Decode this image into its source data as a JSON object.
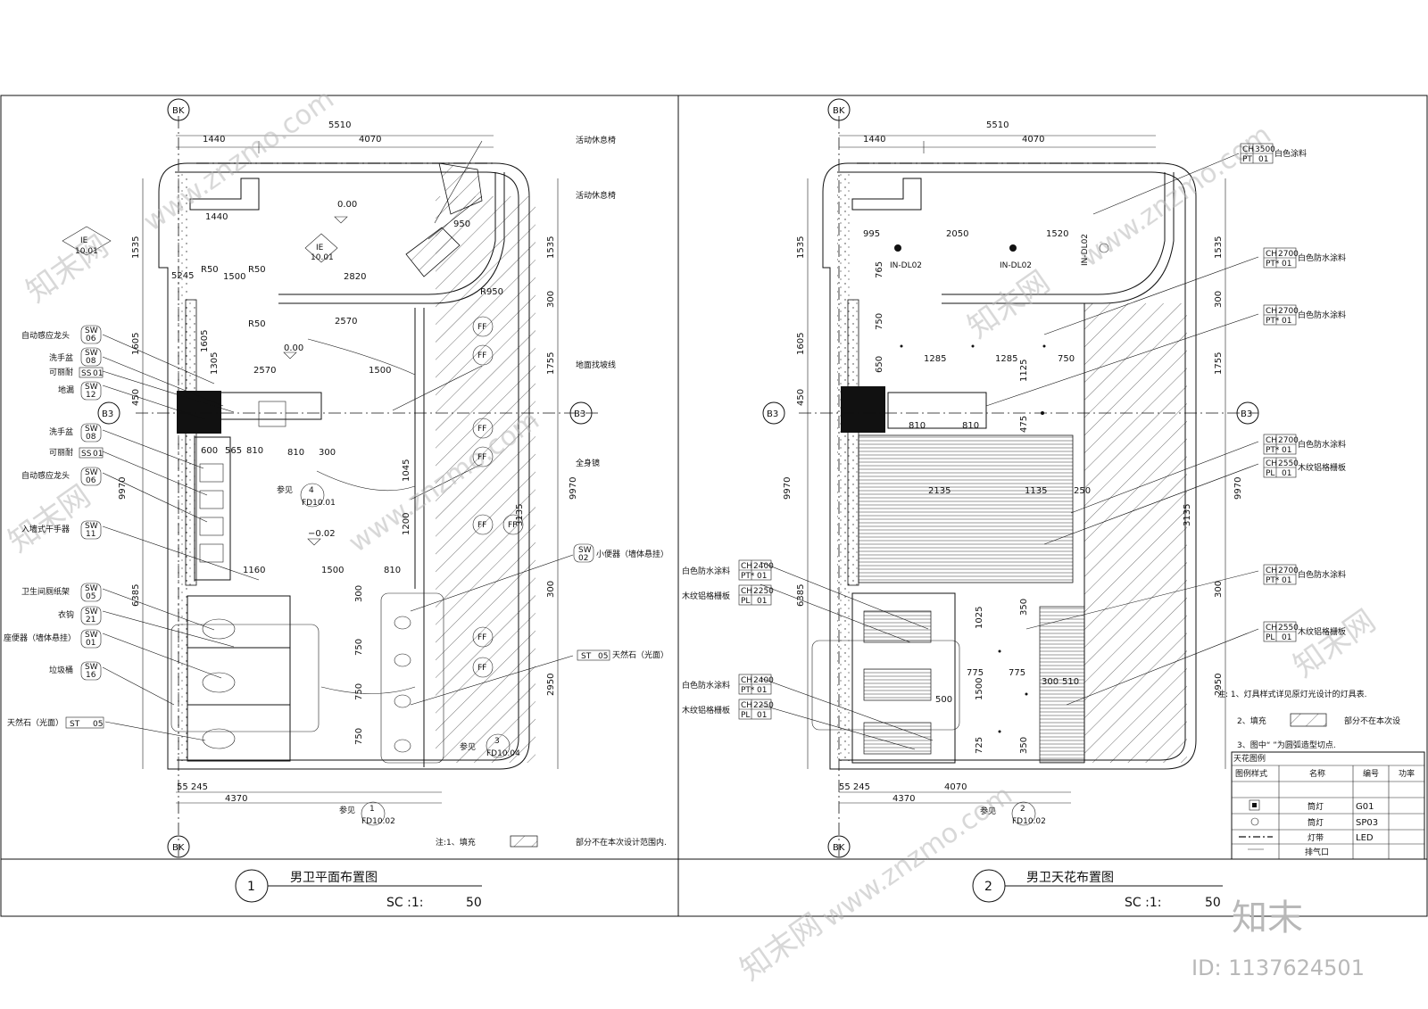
{
  "left_plan": {
    "title": "男卫平面布置图",
    "number": "1",
    "scale_label": "SC :1:",
    "scale_value": "50",
    "grid": {
      "bk": "BK",
      "b3": "B3"
    },
    "dims_top": {
      "total": "5510",
      "a": "1440",
      "b": "4070"
    },
    "dims_bottom": {
      "a": "55 245",
      "b": "4370"
    },
    "dims_left": {
      "a": "1535",
      "b": "1605",
      "c": "450",
      "d": "9970",
      "e": "6385"
    },
    "dims_right": {
      "a": "1535",
      "b": "300",
      "c": "1755",
      "d": "3135",
      "e": "9970",
      "f": "300",
      "g": "2950"
    },
    "levels": {
      "upper": "0.00",
      "mid": "0.00",
      "low": "−0.02"
    },
    "inner_dims": [
      "1440",
      "950",
      "2820",
      "2570",
      "2570",
      "1500",
      "1500",
      "810",
      "300",
      "1045",
      "1200",
      "1500",
      "810",
      "750",
      "750",
      "750",
      "300",
      "1160",
      "600",
      "565",
      "810",
      "R50",
      "R50",
      "R50",
      "R950",
      "1305",
      "1605",
      "5245"
    ],
    "tags": [
      {
        "label": "自动感应龙头",
        "code": "SW",
        "num": "06"
      },
      {
        "label": "洗手盆",
        "code": "SW",
        "num": "08"
      },
      {
        "label": "可丽耐",
        "code": "SS",
        "num": "01"
      },
      {
        "label": "地漏",
        "code": "SW",
        "num": "12"
      },
      {
        "label": "洗手盆",
        "code": "SW",
        "num": "08"
      },
      {
        "label": "可丽耐",
        "code": "SS",
        "num": "01"
      },
      {
        "label": "自动感应龙头",
        "code": "SW",
        "num": "06"
      },
      {
        "label": "入墙式干手器",
        "code": "SW",
        "num": "11"
      },
      {
        "label": "卫生间厕纸架",
        "code": "SW",
        "num": "05"
      },
      {
        "label": "衣钩",
        "code": "SW",
        "num": "21"
      },
      {
        "label": "座便器（墙体悬挂）",
        "code": "SW",
        "num": "01"
      },
      {
        "label": "垃圾桶",
        "code": "SW",
        "num": "16"
      },
      {
        "label": "天然石（光面）",
        "code": "ST",
        "num": "05"
      }
    ],
    "right_labels": [
      "活动休息椅",
      "活动休息椅",
      "地面找坡线",
      "全身镜",
      "小便器（墙体悬挂）",
      "天然石（光面）"
    ],
    "right_tag_1": {
      "code": "SW",
      "num": "02"
    },
    "right_tag_2": {
      "code": "ST",
      "num": "05"
    },
    "ff": "FF",
    "ref_callouts": [
      {
        "text": "参见",
        "num": "4",
        "sheet": "FD10.01"
      },
      {
        "text": "参见",
        "num": "3",
        "sheet": "FD10.04"
      },
      {
        "text": "参见",
        "num": "1",
        "sheet": "FD10.02"
      },
      {
        "text": "",
        "num": "IE",
        "sheet": "10.01"
      },
      {
        "text": "",
        "num": "IE",
        "sheet": "10.01"
      }
    ],
    "note": "注:1、填充",
    "note_tail": "部分不在本次设计范围内."
  },
  "right_plan": {
    "title": "男卫天花布置图",
    "number": "2",
    "scale_label": "SC :1:",
    "scale_value": "50",
    "grid": {
      "bk": "BK",
      "b3": "B3"
    },
    "dims_top": {
      "total": "5510",
      "a": "1440",
      "b": "4070"
    },
    "dims_bottom": {
      "a": "55 245",
      "b": "4370",
      "c": "4070"
    },
    "dims_left": {
      "a": "1535",
      "b": "1605",
      "c": "450",
      "d": "9970",
      "e": "6385"
    },
    "dims_right": {
      "a": "1535",
      "b": "300",
      "c": "1755",
      "d": "3135",
      "e": "9970",
      "f": "300",
      "g": "2950"
    },
    "inner_dims": [
      "995",
      "2050",
      "1520",
      "1285",
      "1285",
      "750",
      "765",
      "750",
      "650",
      "1125",
      "810",
      "810",
      "475",
      "2135",
      "1135",
      "250",
      "1025",
      "775",
      "775",
      "500",
      "1500",
      "725",
      "350",
      "350",
      "300",
      "510"
    ],
    "fixture_labels": [
      "IN-DL02",
      "IN-DL02",
      "IN-DL02"
    ],
    "tags_right": [
      {
        "label": "白色涂料",
        "r1a": "CH",
        "r1b": "3500",
        "r2a": "PT",
        "r2b": "01"
      },
      {
        "label": "白色防水涂料",
        "r1a": "CH",
        "r1b": "2700",
        "r2a": "PT*",
        "r2b": "01"
      },
      {
        "label": "白色防水涂料",
        "r1a": "CH",
        "r1b": "2700",
        "r2a": "PT*",
        "r2b": "01"
      },
      {
        "label": "白色防水涂料",
        "r1a": "CH",
        "r1b": "2700",
        "r2a": "PT*",
        "r2b": "01"
      },
      {
        "label": "木纹铝格栅板",
        "r1a": "CH",
        "r1b": "2550",
        "r2a": "PL",
        "r2b": "01"
      },
      {
        "label": "白色防水涂料",
        "r1a": "CH",
        "r1b": "2700",
        "r2a": "PT*",
        "r2b": "01"
      },
      {
        "label": "木纹铝格栅板",
        "r1a": "CH",
        "r1b": "2550",
        "r2a": "PL",
        "r2b": "01"
      }
    ],
    "tags_left": [
      {
        "label": "白色防水涂料",
        "r1a": "CH",
        "r1b": "2400",
        "r2a": "PT*",
        "r2b": "01"
      },
      {
        "label": "木纹铝格栅板",
        "r1a": "CH",
        "r1b": "2250",
        "r2a": "PL",
        "r2b": "01"
      },
      {
        "label": "白色防水涂料",
        "r1a": "CH",
        "r1b": "2400",
        "r2a": "PT*",
        "r2b": "01"
      },
      {
        "label": "木纹铝格栅板",
        "r1a": "CH",
        "r1b": "2250",
        "r2a": "PL",
        "r2b": "01"
      }
    ],
    "ref_callout": {
      "text": "参见",
      "num": "2",
      "sheet": "FD10.02"
    },
    "notes": {
      "n1": "注: 1、灯具样式详见原灯光设计的灯具表.",
      "n2": "2、填充",
      "n2_tail": "部分不在本次设",
      "n3": "3、图中“   ”为圆弧造型切点."
    },
    "legend": {
      "title": "天花图例",
      "headers": [
        "图例样式",
        "名称",
        "编号",
        "功率"
      ],
      "rows": [
        {
          "name": "筒灯",
          "code": "G01"
        },
        {
          "name": "筒灯",
          "code": "SP03"
        },
        {
          "name": "灯带",
          "code": "LED"
        },
        {
          "name": "排气口",
          "code": ""
        }
      ]
    }
  },
  "watermark": {
    "site": "www.znzmo.com",
    "brand": "知末网",
    "logo": "知末",
    "id": "ID: 1137624501"
  }
}
